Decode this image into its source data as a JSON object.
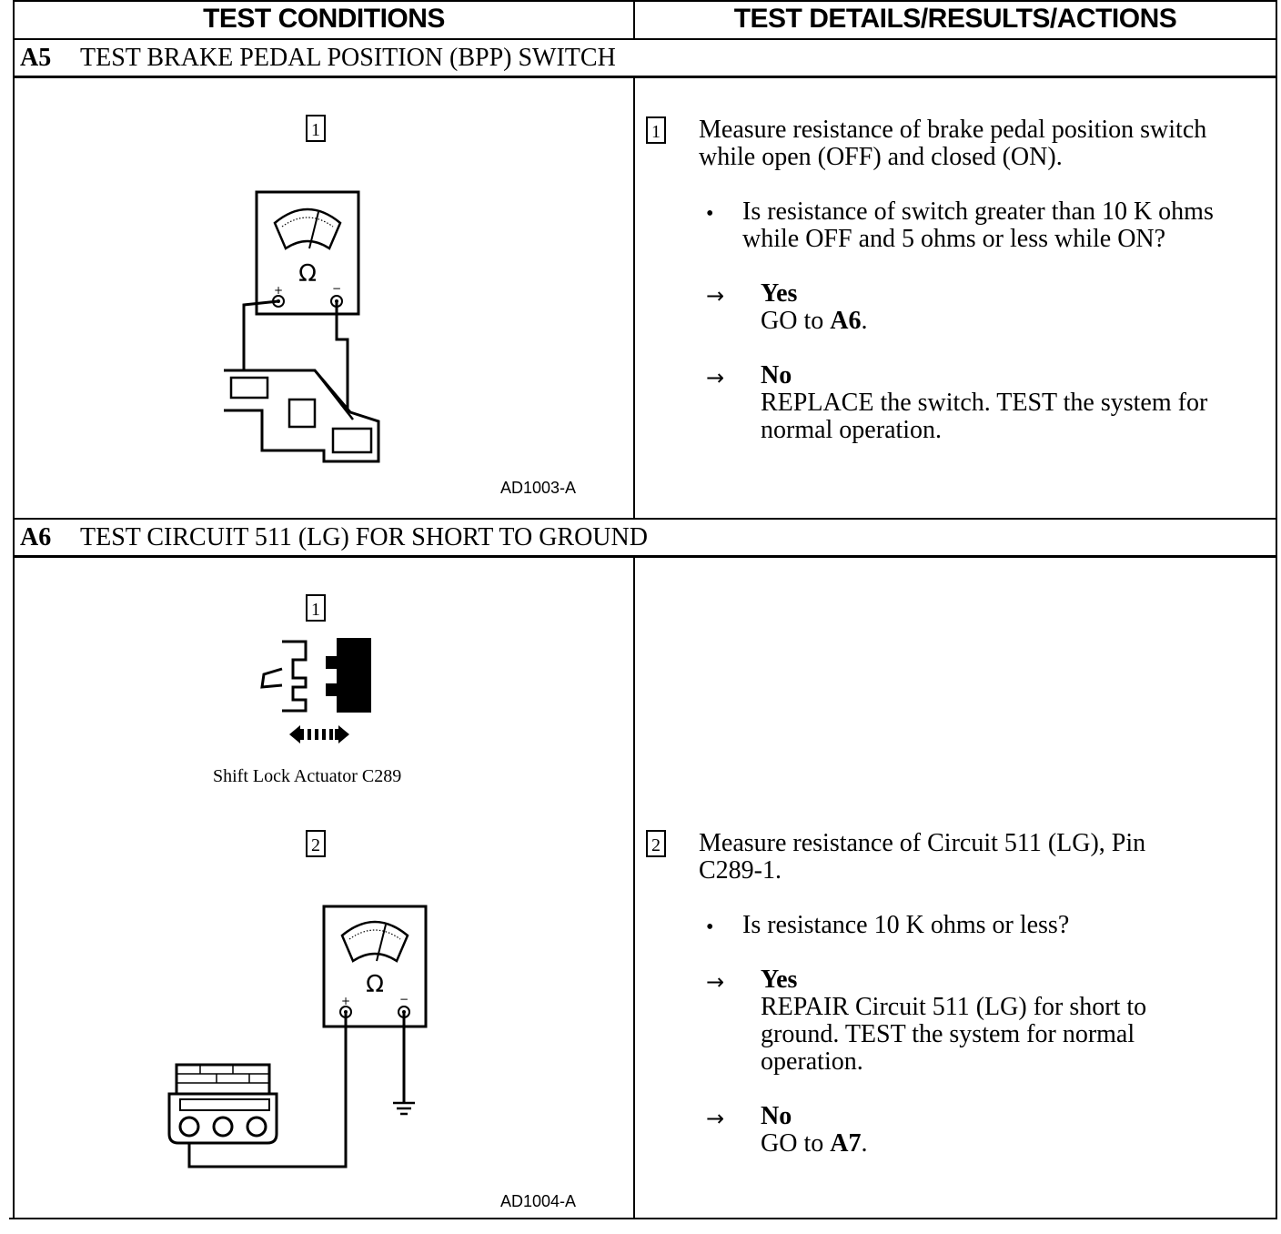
{
  "header": {
    "left": "TEST CONDITIONS",
    "right": "TEST DETAILS/RESULTS/ACTIONS"
  },
  "sections": [
    {
      "code": "A5",
      "title": "TEST BRAKE PEDAL POSITION (BPP) SWITCH",
      "figure_id": "AD1003-A",
      "step_label": "1",
      "step_text_line1": "Measure resistance of brake pedal position switch",
      "step_text_line2": "while open (OFF) and closed (ON).",
      "question_line1": "Is resistance of switch greater than 10 K ohms",
      "question_line2": "while OFF and 5 ohms or less while ON?",
      "yes_label": "Yes",
      "yes_prefix": "GO to ",
      "yes_target": "A6",
      "yes_suffix": ".",
      "no_label": "No",
      "no_line1": "REPLACE the switch. TEST the system for",
      "no_line2": "normal operation."
    },
    {
      "code": "A6",
      "title": "TEST CIRCUIT 511 (LG) FOR SHORT TO GROUND",
      "figure_id": "AD1004-A",
      "step1_label": "1",
      "connector_caption": "Shift Lock Actuator C289",
      "step2_label": "2",
      "step_text_line1": "Measure resistance of Circuit 511 (LG), Pin",
      "step_text_line2": "C289-1.",
      "question": "Is resistance 10 K ohms or less?",
      "yes_label": "Yes",
      "yes_line1": "REPAIR Circuit 511 (LG) for short to",
      "yes_line2": "ground. TEST the system for normal",
      "yes_line3": "operation.",
      "no_label": "No",
      "no_prefix": "GO to ",
      "no_target": "A7",
      "no_suffix": "."
    }
  ],
  "symbols": {
    "bullet": "•",
    "arrow": "→",
    "ohm": "Ω",
    "plus": "+",
    "minus": "−"
  }
}
